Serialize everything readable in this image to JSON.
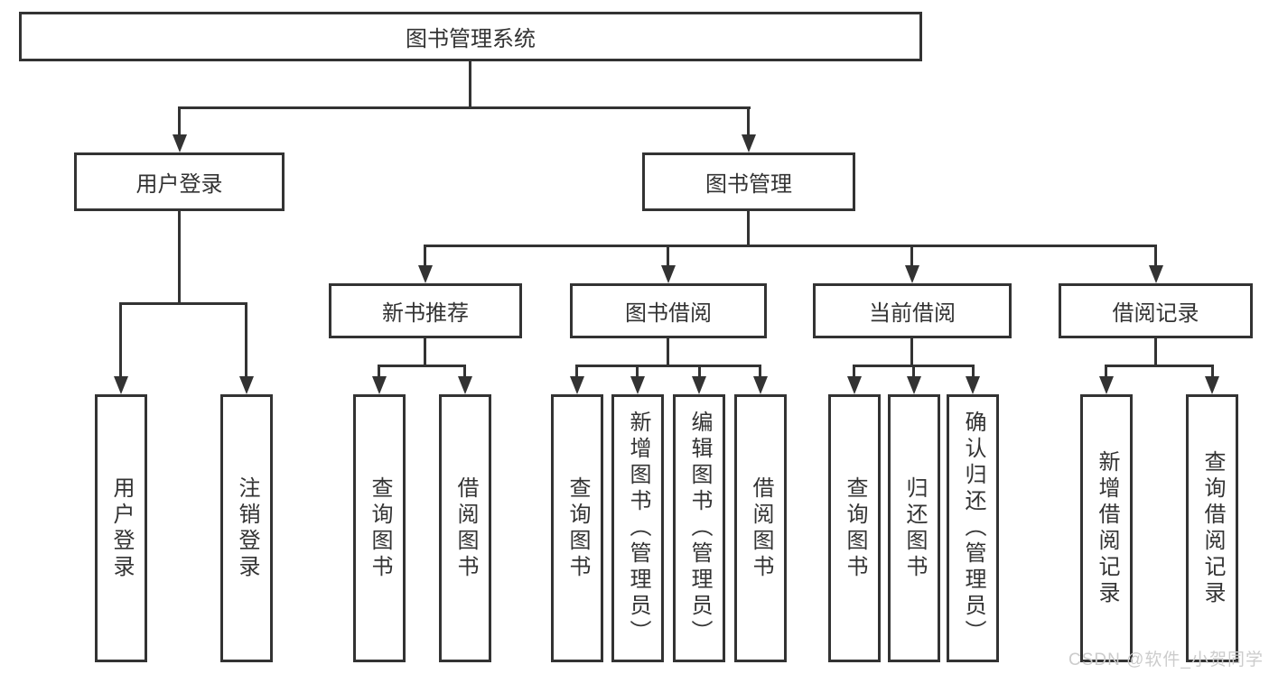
{
  "tree": {
    "label": "图书管理系统",
    "children": [
      {
        "label": "用户登录",
        "children": [
          {
            "label": "用户登录"
          },
          {
            "label": "注销登录"
          }
        ]
      },
      {
        "label": "图书管理",
        "children": [
          {
            "label": "新书推荐",
            "children": [
              {
                "label": "查询图书"
              },
              {
                "label": "借阅图书"
              }
            ]
          },
          {
            "label": "图书借阅",
            "children": [
              {
                "label": "查询图书"
              },
              {
                "label": "新增图书（管理员）"
              },
              {
                "label": "编辑图书（管理员）"
              },
              {
                "label": "借阅图书"
              }
            ]
          },
          {
            "label": "当前借阅",
            "children": [
              {
                "label": "查询图书"
              },
              {
                "label": "归还图书"
              },
              {
                "label": "确认归还（管理员）"
              }
            ]
          },
          {
            "label": "借阅记录",
            "children": [
              {
                "label": "新增借阅记录"
              },
              {
                "label": "查询借阅记录"
              }
            ]
          }
        ]
      }
    ]
  },
  "watermark": {
    "text": "CSDN @软件_小贺同学"
  },
  "colors": {
    "line": "#333333",
    "text": "#333333",
    "box_background": "#ffffff",
    "background": "#ffffff",
    "watermark": "#cccccc"
  }
}
